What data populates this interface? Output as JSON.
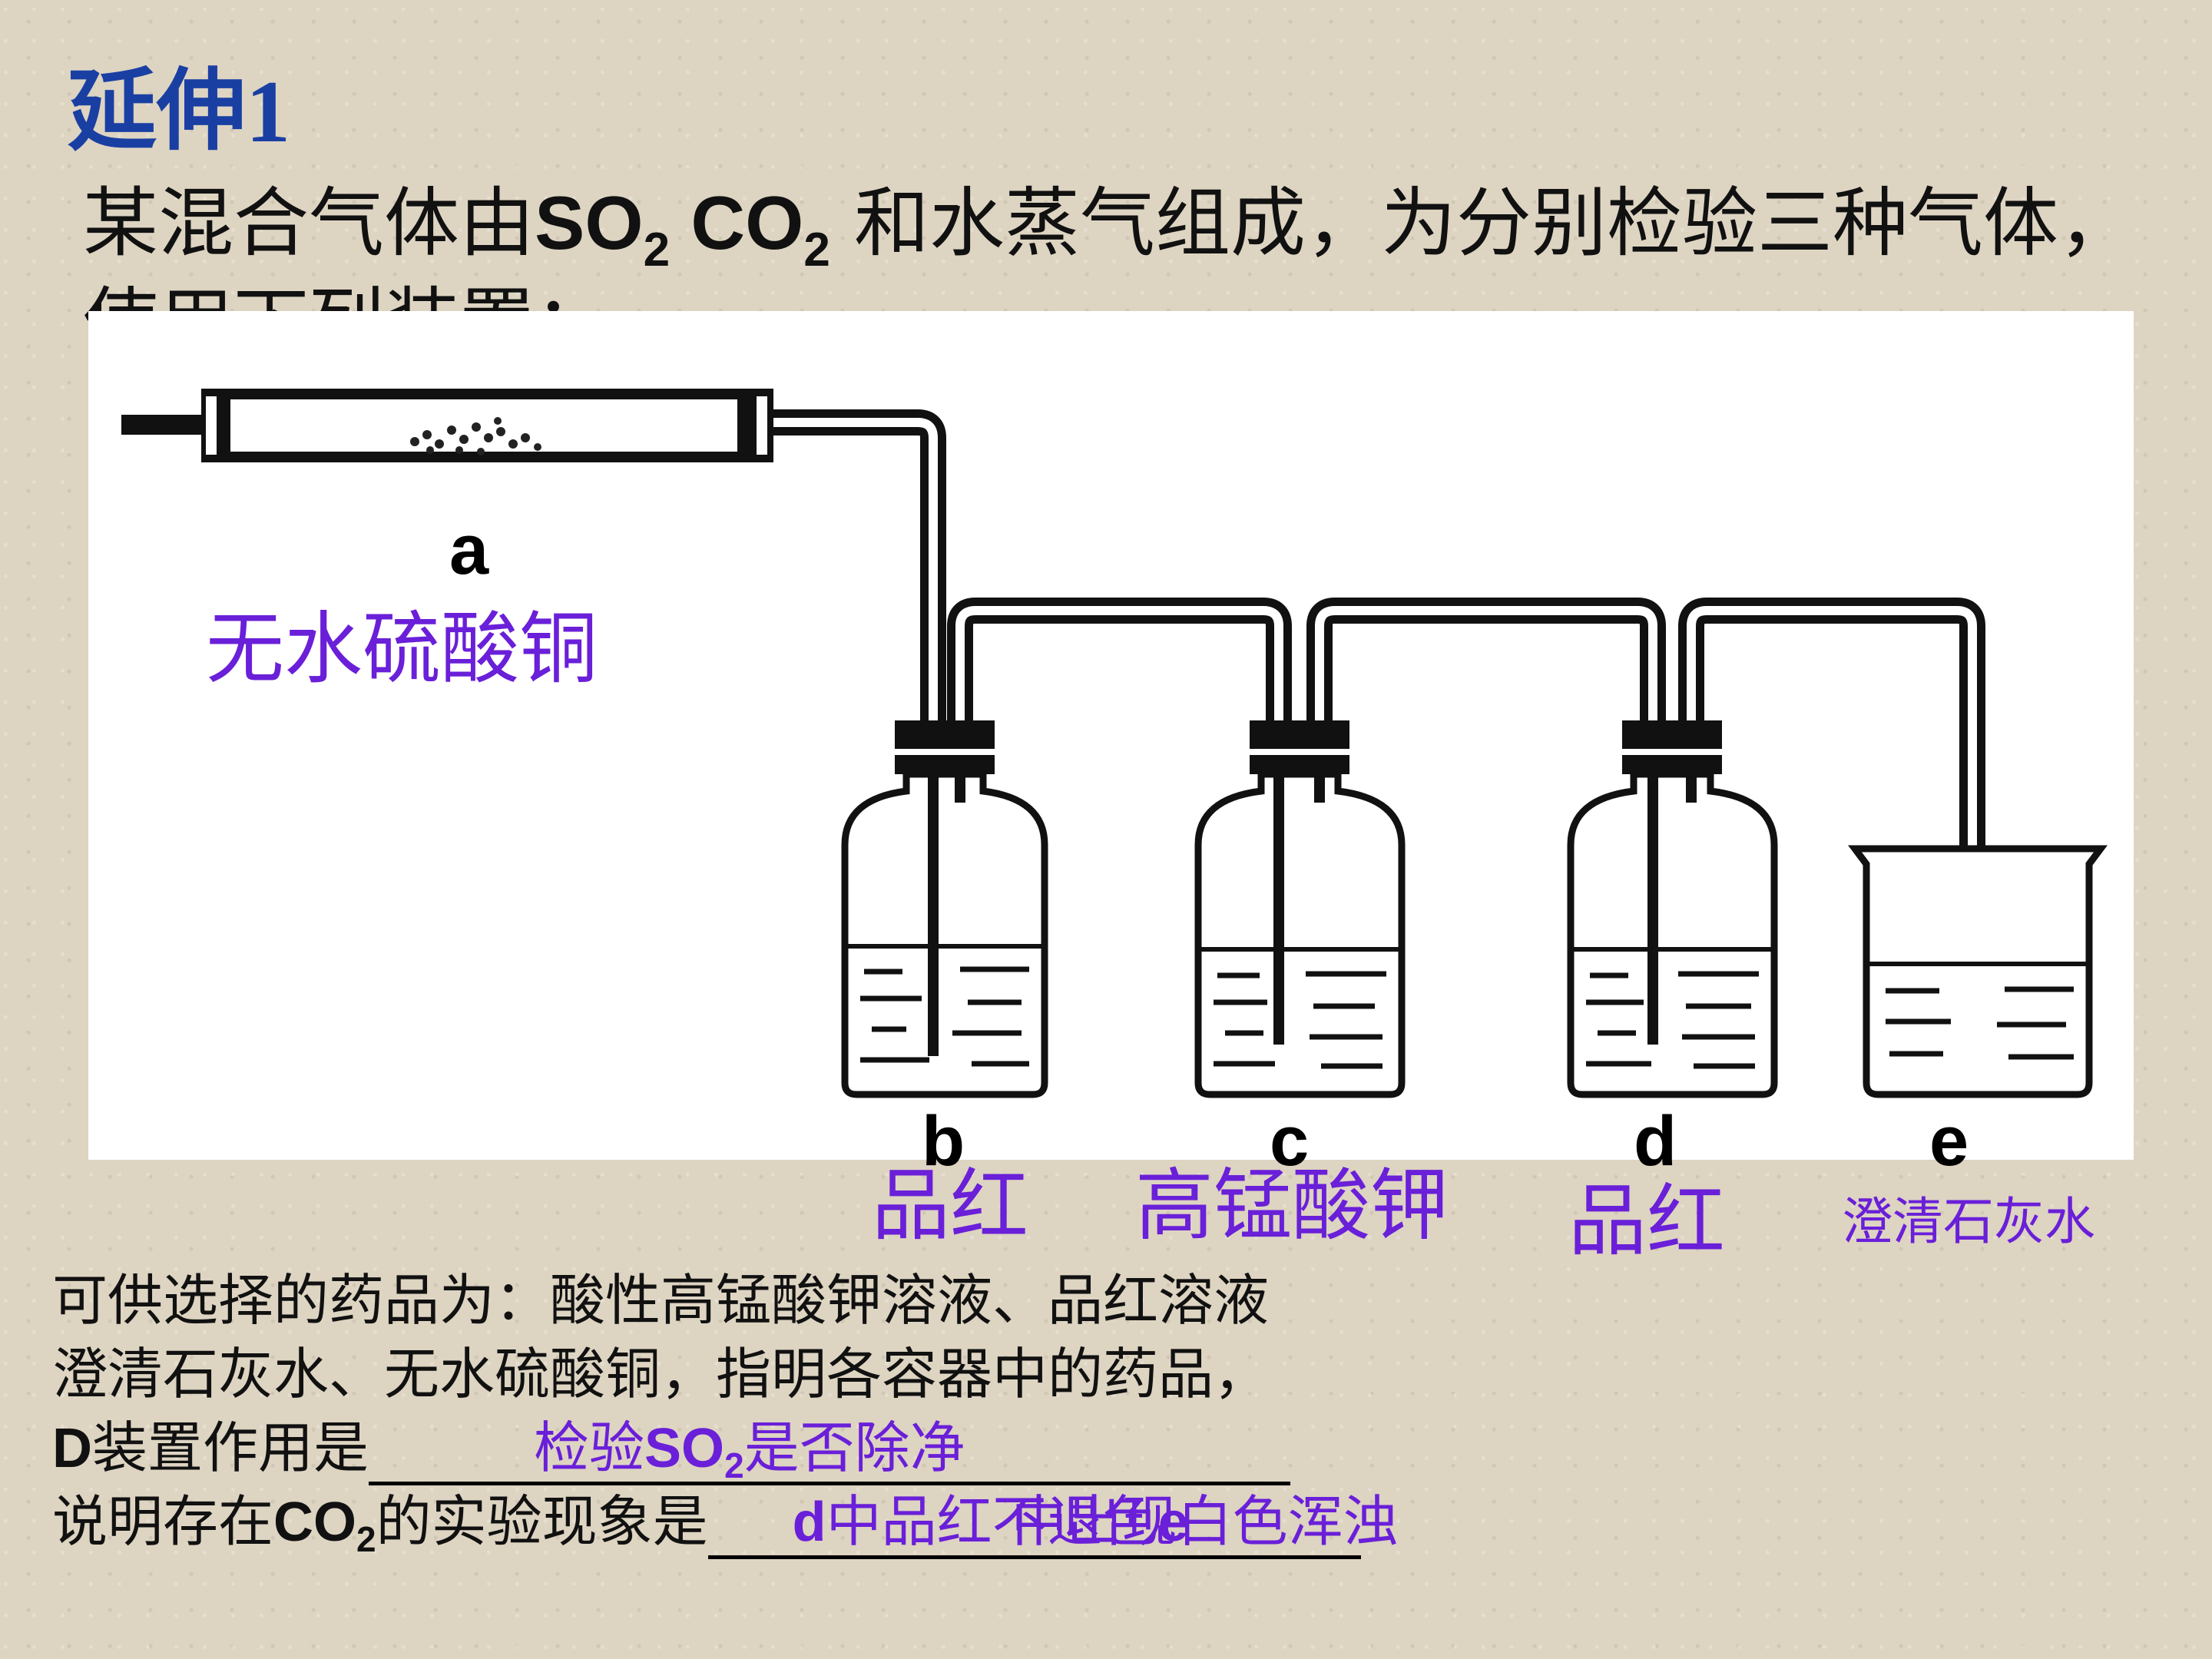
{
  "title": "延伸1",
  "intro": {
    "p1": "某混合气体由",
    "so": "SO",
    "sub1": "2",
    "co": " CO",
    "sub2": "2",
    "p2": " 和水蒸气组成，为分别检验三种气体，使用下列装置："
  },
  "labels": {
    "a": "a",
    "b": "b",
    "c": "c",
    "d": "d",
    "e": "e"
  },
  "reagents": {
    "a": "无水硫酸铜",
    "b": "品红",
    "c": "高锰酸钾",
    "d": "品红",
    "e": "澄清石灰水"
  },
  "question": {
    "line1": "可供选择的药品为：酸性高锰酸钾溶液、品红溶液",
    "line2": "澄清石灰水、无水硫酸铜，指明各容器中的药品，",
    "line3_prefix_b": "D",
    "line3_prefix": "装置作用是",
    "answer1_a": "检验",
    "answer1_b": "SO",
    "answer1_sub": "2",
    "answer1_c": "是否除净",
    "line4_prefix": "说明存在",
    "line4_co": "CO",
    "line4_sub": "2",
    "line4_suffix": "的实验现象是",
    "answer2_a": "d",
    "answer2_b": "中品红不退色",
    "answer2_c": "e",
    "answer2_d": "中出现白色浑浊"
  }
}
